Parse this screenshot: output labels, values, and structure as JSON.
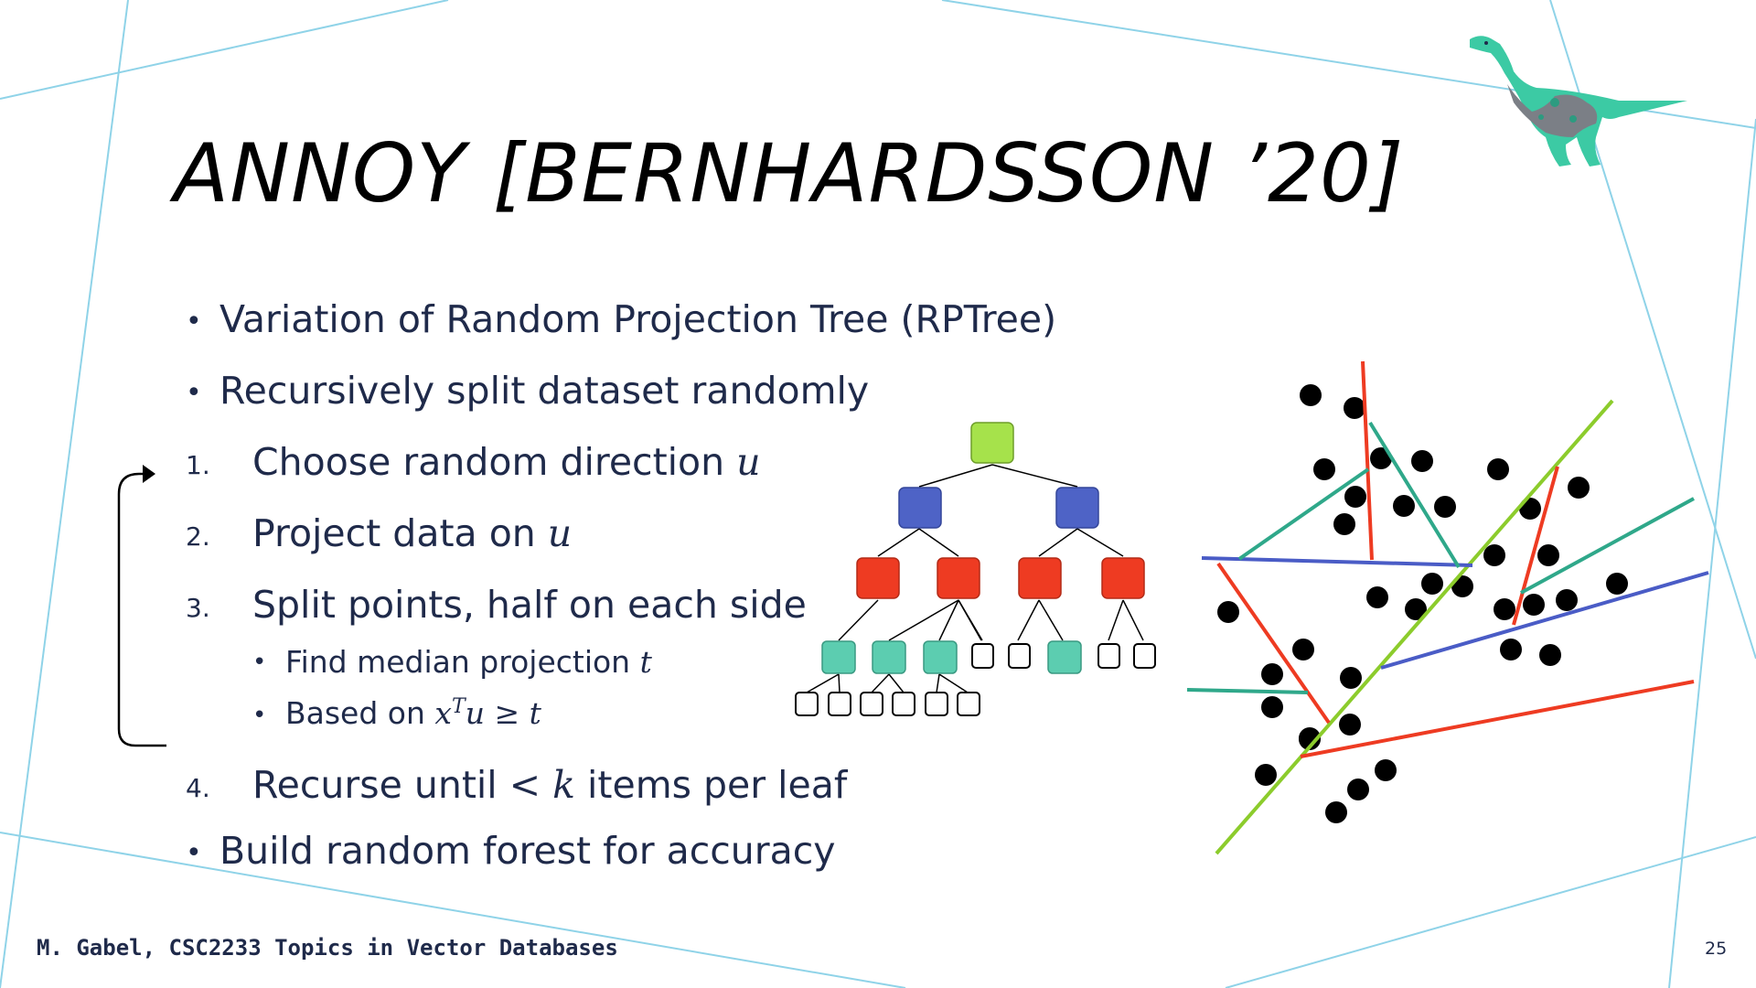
{
  "slide": {
    "title": "ANNOY [BERNHARDSSON ’20]",
    "bullets": [
      "Variation of Random Projection Tree (RPTree)",
      "Recursively split dataset randomly"
    ],
    "steps": [
      {
        "num": "1.",
        "text": "Choose random direction ",
        "math": "u"
      },
      {
        "num": "2.",
        "text": "Project data on ",
        "math": "u"
      },
      {
        "num": "3.",
        "text": "Split points, half on each side"
      }
    ],
    "substeps": [
      {
        "text": "Find median projection ",
        "math": "t"
      },
      {
        "text": "Based on ",
        "math_base": "x",
        "math_sup": "T",
        "math_rest": "u ≥ t"
      }
    ],
    "step4": {
      "num": "4.",
      "text_before": "Recurse until ",
      "math": "< k",
      "text_after": " items per leaf"
    },
    "last_bullet": "Build random forest for accuracy",
    "footer": "M. Gabel, CSC2233 Topics in Vector Databases",
    "page_number": "25"
  },
  "colors": {
    "text": "#1f2a4a",
    "frame_lines": "#8fd3e8",
    "tree_root": "#a6e24b",
    "tree_level1": "#4e63c6",
    "tree_level2": "#ee3b22",
    "tree_level3": "#5ccdb0",
    "split_red": "#ee3b22",
    "split_green": "#8ccc2c",
    "split_teal": "#2fa88a",
    "split_blue": "#4a5cc6"
  },
  "icons": {
    "mascot": "dinosaur-icon",
    "bracket": "loop-arrow-icon"
  }
}
